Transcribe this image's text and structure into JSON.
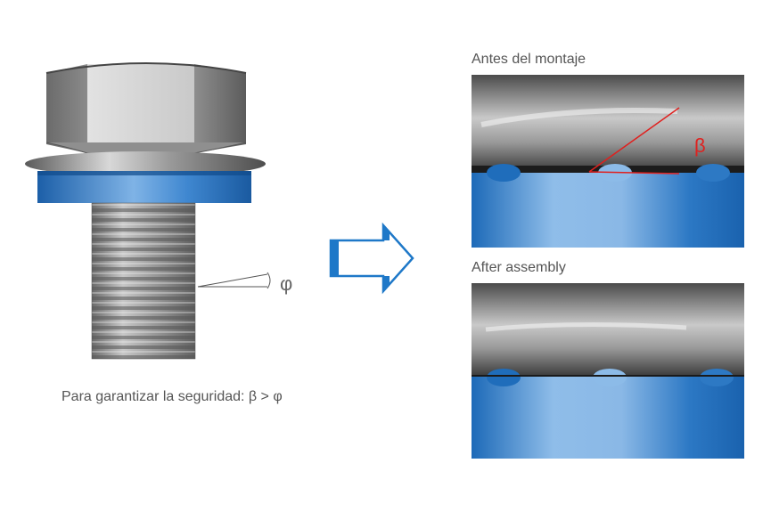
{
  "caption": "Para garantizar la seguridad: β > φ",
  "before_title": "Antes del montaje",
  "after_title": "After assembly",
  "symbols": {
    "phi": "φ",
    "beta": "β"
  },
  "colors": {
    "steel_dark": "#5a5a5a",
    "steel_light": "#cfcfcf",
    "washer_blue": "#1f6fc0",
    "washer_blue_light": "#9cc4ea",
    "angle_red": "#e0201e",
    "arrow_blue": "#1e78c8"
  }
}
